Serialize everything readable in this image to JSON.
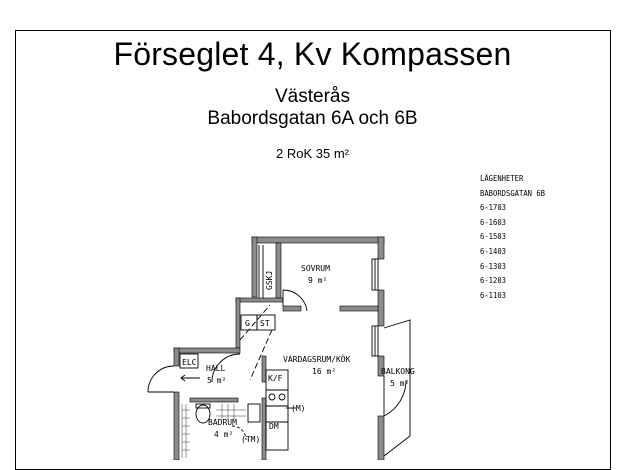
{
  "header": {
    "title": "Förseglet 4, Kv Kompassen",
    "city": "Västerås",
    "street": "Babordsgatan 6A och 6B",
    "apartment_size": "2 RoK 35 m²"
  },
  "apartment_list": {
    "heading_1": "LÄGENHETER",
    "heading_2": "BABORDSGATAN 6B",
    "units": [
      "6-1703",
      "6-1603",
      "6-1503",
      "6-1403",
      "6-1303",
      "6-1203",
      "6-1103"
    ]
  },
  "rooms": {
    "sovrum": {
      "name": "SOVRUM",
      "area": "9 m²"
    },
    "vardagsrum": {
      "name": "VARDAGSRUM/KÖK",
      "area": "16 m²"
    },
    "balkong": {
      "name": "BALKONG",
      "area": "5 m²"
    },
    "hall": {
      "name": "HALL",
      "area": "5 m²"
    },
    "badrum": {
      "name": "BADRUM",
      "area": "4 m²"
    }
  },
  "fixtures": {
    "gskj": "GSKJ",
    "g": "G",
    "st": "ST",
    "elc": "ELC",
    "kf": "K/F",
    "m": "(M)",
    "dm": "DM",
    "tm": "(TM)"
  }
}
